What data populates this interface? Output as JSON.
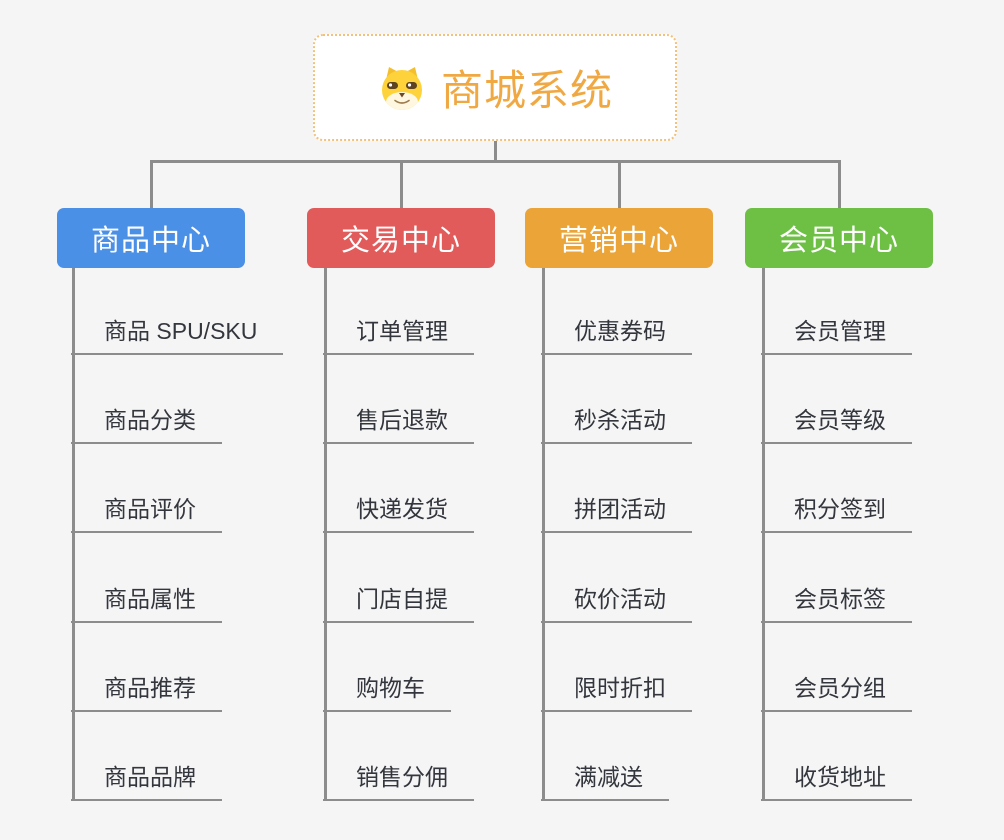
{
  "root": {
    "title": "商城系统",
    "icon": "doge-face-icon"
  },
  "colors": {
    "background": "#F5F5F6",
    "connector": "#8C8C8C",
    "root_border": "#F2C27A",
    "root_text": "#F0A843",
    "leaf_text": "#33363C",
    "branch_text": "#FFFFFF"
  },
  "branches": [
    {
      "label": "商品中心",
      "color": "#4A90E6",
      "items": [
        "商品 SPU/SKU",
        "商品分类",
        "商品评价",
        "商品属性",
        "商品推荐",
        "商品品牌"
      ]
    },
    {
      "label": "交易中心",
      "color": "#E25B5B",
      "items": [
        "订单管理",
        "售后退款",
        "快递发货",
        "门店自提",
        "购物车",
        "销售分佣"
      ]
    },
    {
      "label": "营销中心",
      "color": "#EBA437",
      "items": [
        "优惠券码",
        "秒杀活动",
        "拼团活动",
        "砍价活动",
        "限时折扣",
        "满减送"
      ]
    },
    {
      "label": "会员中心",
      "color": "#6EC045",
      "items": [
        "会员管理",
        "会员等级",
        "积分签到",
        "会员标签",
        "会员分组",
        "收货地址"
      ]
    }
  ]
}
